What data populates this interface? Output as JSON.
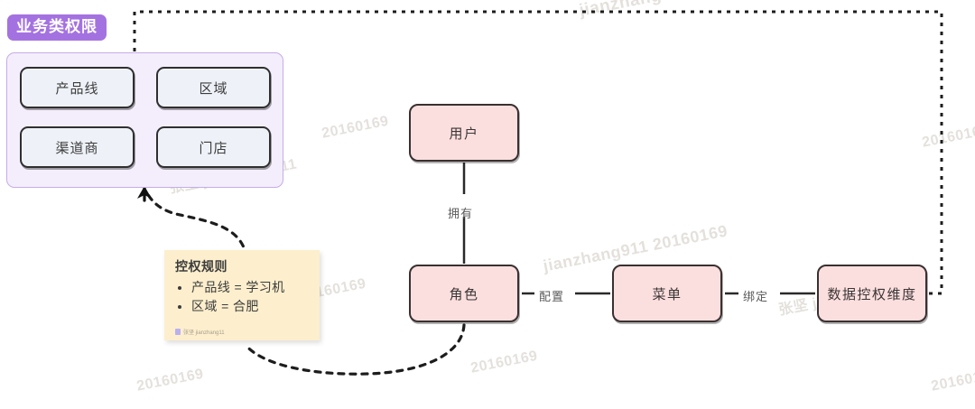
{
  "diagram": {
    "title_badge": "业务类权限",
    "business_group": {
      "label": "业务类权限",
      "items": [
        {
          "label": "产品线"
        },
        {
          "label": "区域"
        },
        {
          "label": "渠道商"
        },
        {
          "label": "门店"
        }
      ]
    },
    "rule_note": {
      "title": "控权规则",
      "bullets": [
        "产品线 = 学习机",
        "区域 = 合肥"
      ],
      "watermark": "张坚 jianzhang11"
    },
    "flow_nodes": [
      {
        "id": "user",
        "label": "用户"
      },
      {
        "id": "role",
        "label": "角色"
      },
      {
        "id": "menu",
        "label": "菜单"
      },
      {
        "id": "data-dim",
        "label": "数据控权维度"
      }
    ],
    "edge_labels": [
      {
        "id": "own",
        "label": "拥有"
      },
      {
        "id": "config",
        "label": "配置"
      },
      {
        "id": "bind",
        "label": "绑定"
      }
    ],
    "watermarks": [
      "jianzhang911 20160169",
      "张坚 jianzhang911",
      "20160169"
    ],
    "colors": {
      "badge_purple": "#a472e0",
      "panel_fill": "#f4eefc",
      "panel_border": "#c6abe8",
      "dim_box_fill": "#eef2f8",
      "flow_box_fill": "#fbdfdf",
      "box_border": "#3a3030",
      "note_fill": "#fdefcd",
      "line": "#222222",
      "label_text": "#5a5a5a"
    }
  }
}
